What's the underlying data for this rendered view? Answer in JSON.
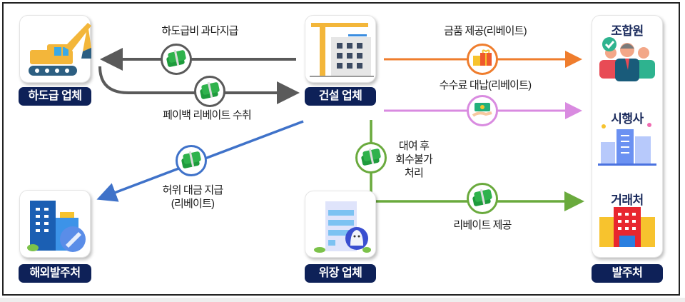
{
  "diagram": {
    "entities": {
      "subcontractor": {
        "label": "하도급 업체",
        "icon": "excavator-icon"
      },
      "builder": {
        "label": "건설 업체",
        "icon": "crane-building-icon"
      },
      "overseas_client": {
        "label": "해외발주처",
        "icon": "office-airplane-icon"
      },
      "shell_company": {
        "label": "위장 업체",
        "icon": "ghost-building-icon"
      },
      "client_group": {
        "label": "발주처",
        "members": [
          {
            "label": "조합원",
            "icon": "union-members-icon"
          },
          {
            "label": "시행사",
            "icon": "developer-buildings-icon"
          },
          {
            "label": "거래처",
            "icon": "business-partner-icon"
          }
        ]
      }
    },
    "flows": [
      {
        "id": "overpay",
        "label": "하도급비 과다지급",
        "from": "builder",
        "to": "subcontractor",
        "color": "#5a5a5a",
        "icon": "money-stack-icon"
      },
      {
        "id": "payback",
        "label": "페이백 리베이트 수취",
        "from": "subcontractor",
        "to": "builder",
        "color": "#5a5a5a",
        "icon": "money-stack-icon"
      },
      {
        "id": "gift",
        "label": "금품 제공(리베이트)",
        "from": "builder",
        "to": "조합원",
        "color": "#ef7d2d",
        "icon": "gift-box-icon"
      },
      {
        "id": "fee",
        "label": "수수료 대납(리베이트)",
        "from": "builder",
        "to": "시행사",
        "color": "#d98be0",
        "icon": "cash-hand-icon"
      },
      {
        "id": "fake_payment",
        "label_line1": "허위 대금 지급",
        "label_line2": "(리베이트)",
        "from": "builder",
        "to": "overseas_client",
        "color": "#3f72c9",
        "icon": "money-stack-icon"
      },
      {
        "id": "loan",
        "label_line1": "대여 후",
        "label_line2": "회수불가",
        "label_line3": "처리",
        "from": "builder",
        "to": "shell_company",
        "color": "#6aaa3d",
        "icon": "money-stack-icon"
      },
      {
        "id": "rebate",
        "label": "리베이트 제공",
        "from": "shell_company",
        "to": "거래처",
        "color": "#6aaa3d",
        "icon": "money-stack-icon"
      }
    ],
    "colors": {
      "badge_bg": "#0e2158",
      "gray": "#5a5a5a",
      "orange": "#ef7d2d",
      "pink": "#d98be0",
      "blue": "#3f72c9",
      "green": "#6aaa3d"
    }
  }
}
